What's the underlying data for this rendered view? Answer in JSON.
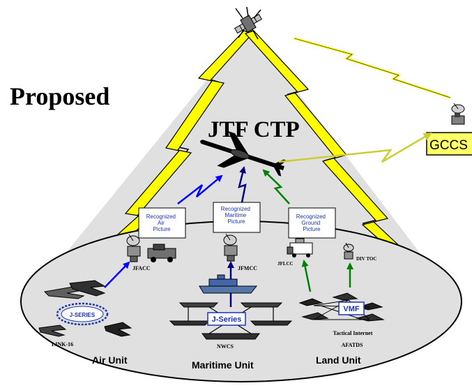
{
  "title": "Proposed",
  "center_label": "JTF CTP",
  "external": {
    "label": "GCCS"
  },
  "pictures": [
    {
      "line1": "Recognized",
      "line2": "Air",
      "line3": "Picture"
    },
    {
      "line1": "Recognized",
      "line2": "Maritime",
      "line3": "Picture"
    },
    {
      "line1": "Recognized",
      "line2": "Ground",
      "line3": "Picture"
    }
  ],
  "nodes": {
    "jfacc": "JFACC",
    "jfmcc": "JFMCC",
    "jflcc": "JFLCC",
    "div_toc": "DIV TOC"
  },
  "badges": {
    "air": "J-SERIES",
    "maritime": "J-Series",
    "land": "VMF"
  },
  "labels": {
    "link16": "LINK-16",
    "nwcs": "NWCS",
    "tactical_internet": "Tactical Internet",
    "afatds": "AFATDS"
  },
  "units": {
    "air": "Air Unit",
    "maritime": "Maritime Unit",
    "land": "Land Unit"
  },
  "colors": {
    "lightning": "#ffff00",
    "air_arrow": "#0000ff",
    "maritime_arrow": "#000080",
    "ground_arrow": "#008000",
    "gccs_link": "#cccc33",
    "gccs_box": "#ffff66",
    "badge_text": "#1a33b3",
    "cone_fill": "#e0e0e0"
  }
}
